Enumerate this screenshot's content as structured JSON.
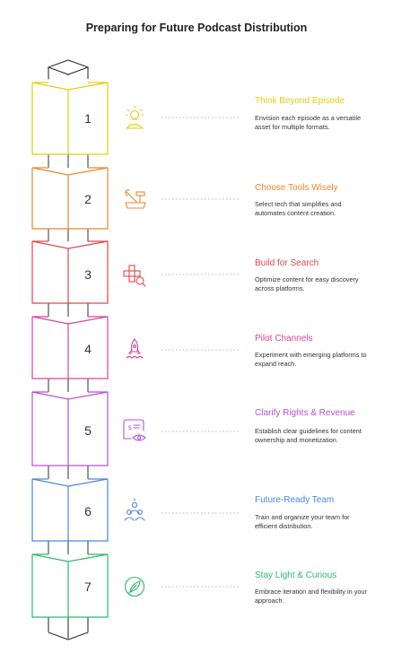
{
  "title": "Preparing for Future Podcast Distribution",
  "steps": [
    {
      "number": "1",
      "title": "Think Beyond Episode",
      "desc": "Envision each episode as a versatile asset for multiple formats.",
      "color": "#e6cc12",
      "icon": "lightbulb-person-icon"
    },
    {
      "number": "2",
      "title": "Choose Tools Wisely",
      "desc": "Select tech that simplifies and automates content creation.",
      "color": "#e8892f",
      "icon": "tools-icon"
    },
    {
      "number": "3",
      "title": "Build for Search",
      "desc": "Optimize content for easy discovery across platforms.",
      "color": "#e0474f",
      "icon": "search-grid-icon"
    },
    {
      "number": "4",
      "title": "Pilot Channels",
      "desc": "Experiment with emerging platforms to expand reach.",
      "color": "#d9449b",
      "icon": "rocket-icon"
    },
    {
      "number": "5",
      "title": "Clarify Rights & Revenue",
      "desc": "Establish clear guidelines for content ownership and monetization.",
      "color": "#bb50d9",
      "icon": "contract-eye-icon"
    },
    {
      "number": "6",
      "title": "Future-Ready Team",
      "desc": "Train and organize your team for efficient distribution.",
      "color": "#4a86e0",
      "icon": "team-icon"
    },
    {
      "number": "7",
      "title": "Stay Light & Curious",
      "desc": "Embrace iteration and flexibility in your approach.",
      "color": "#2fb86a",
      "icon": "feather-icon"
    }
  ]
}
